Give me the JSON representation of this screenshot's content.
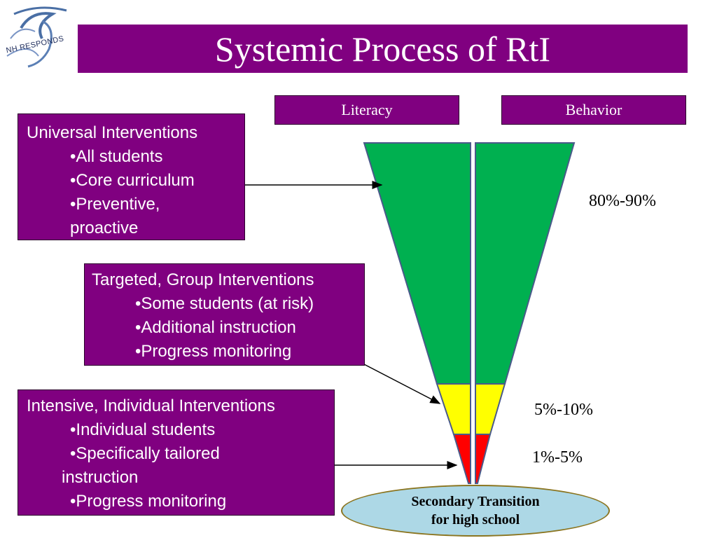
{
  "logo": {
    "text": "NH RESPONDS",
    "icon": "runner-swoosh-logo"
  },
  "title": "Systemic Process of RtI",
  "columns": {
    "left": "Literacy",
    "right": "Behavior"
  },
  "tiers": [
    {
      "title": "Universal Interventions",
      "items": [
        "•All students",
        "•Core curriculum",
        "•Preventive,"
      ],
      "continuation": "proactive",
      "percent": "80%-90%",
      "color": "#00b050"
    },
    {
      "title": "Targeted, Group Interventions",
      "items": [
        "•Some students (at risk)",
        "•Additional instruction",
        "•Progress monitoring"
      ],
      "percent": "5%-10%",
      "color": "#ffff00"
    },
    {
      "title": "Intensive, Individual Interventions",
      "items": [
        "•Individual students",
        "•Specifically tailored"
      ],
      "continuation": "instruction",
      "last_item": "•Progress monitoring",
      "percent": "1%-5%",
      "color": "#ff0000"
    }
  ],
  "bottom": {
    "line1": "Secondary Transition",
    "line2": "for high school"
  }
}
